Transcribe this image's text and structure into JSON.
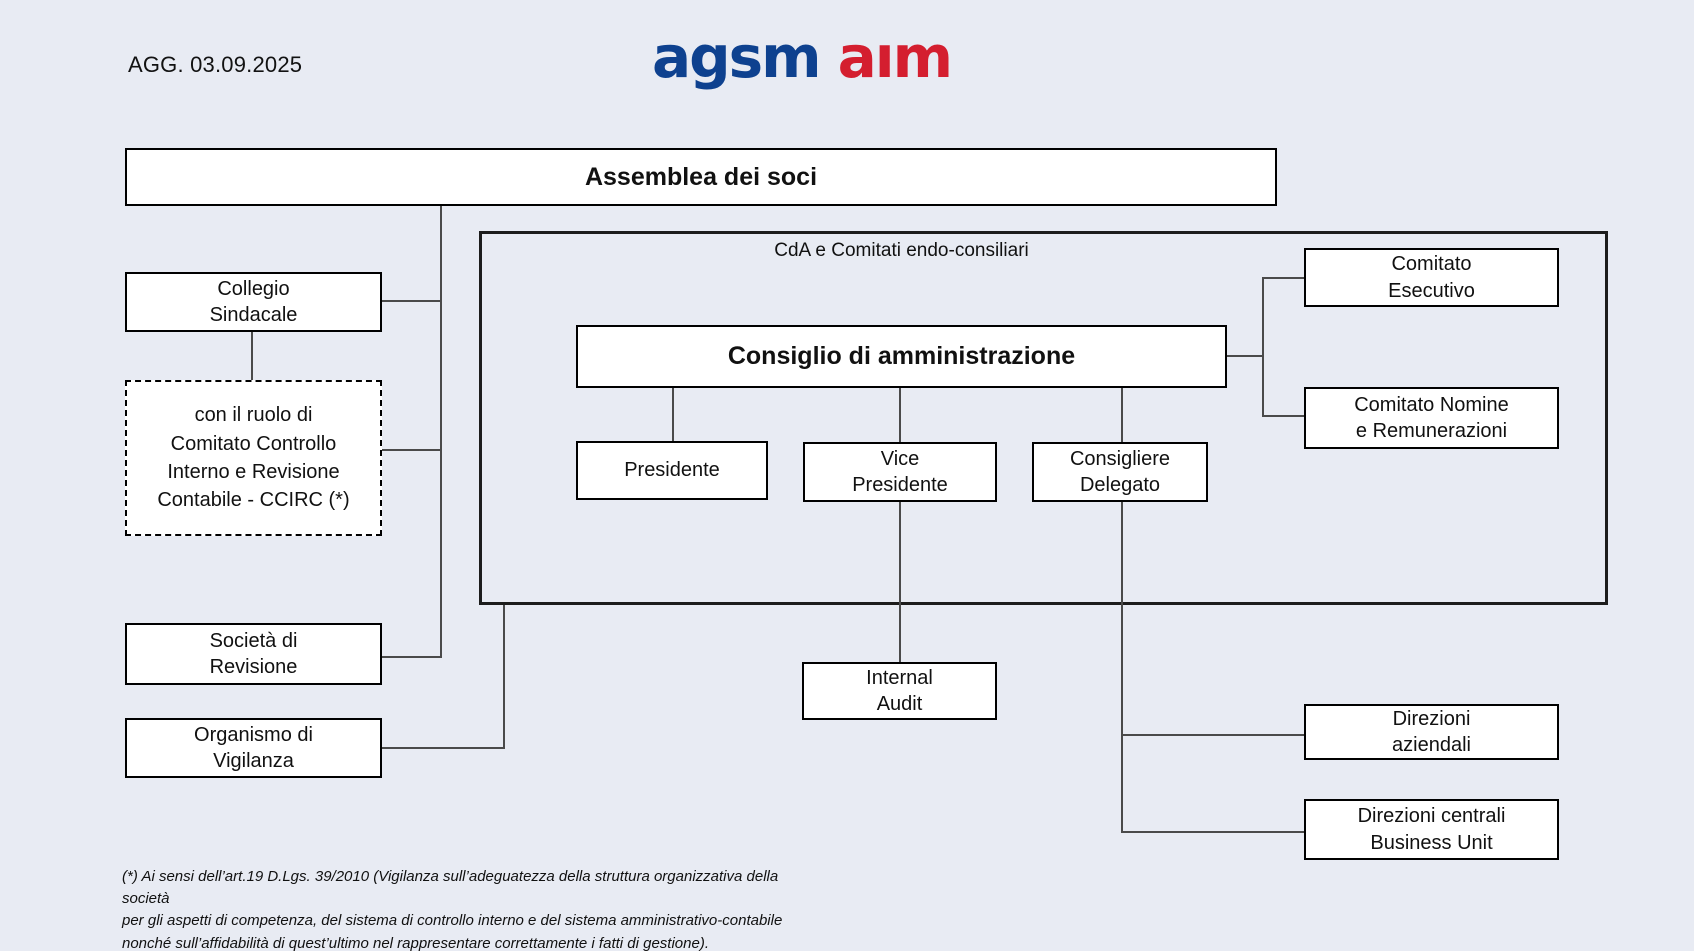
{
  "colors": {
    "background": "#e8ebf3",
    "logo_blue": "#0e418f",
    "logo_red": "#d41e2f",
    "box_border": "#000000",
    "connector": "#4a4a4a"
  },
  "header": {
    "updated": "AGG. 03.09.2025",
    "logo_agsm": "agsm",
    "logo_aim": "aım"
  },
  "org": {
    "assemblea": {
      "label": "Assemblea dei soci"
    },
    "collegio_sindacale": {
      "label": "Collegio\nSindacale"
    },
    "ccirc": {
      "label": "con il ruolo di\nComitato Controllo\nInterno e Revisione\nContabile - CCIRC (*)"
    },
    "societa_revisione": {
      "label": "Società di\nRevisione"
    },
    "organismo_vigilanza": {
      "label": "Organismo di\nVigilanza"
    },
    "cda_container": {
      "label": "CdA e Comitati endo-consiliari"
    },
    "consiglio": {
      "label": "Consiglio di amministrazione"
    },
    "presidente": {
      "label": "Presidente"
    },
    "vice_presidente": {
      "label": "Vice\nPresidente"
    },
    "consigliere_delegato": {
      "label": "Consigliere\nDelegato"
    },
    "comitato_esecutivo": {
      "label": "Comitato\nEsecutivo"
    },
    "comitato_nomine": {
      "label": "Comitato Nomine\ne Remunerazioni"
    },
    "internal_audit": {
      "label": "Internal\nAudit"
    },
    "direzioni_aziendali": {
      "label": "Direzioni\naziendali"
    },
    "direzioni_centrali_bu": {
      "label": "Direzioni centrali\nBusiness Unit"
    }
  },
  "footnote": "(*) Ai sensi dell’art.19 D.Lgs. 39/2010 (Vigilanza sull’adeguatezza della struttura organizzativa della società\nper gli aspetti di competenza, del sistema di controllo interno e del sistema amministrativo-contabile\nnonché sull’affidabilità di quest’ultimo nel rappresentare correttamente i fatti di gestione)."
}
